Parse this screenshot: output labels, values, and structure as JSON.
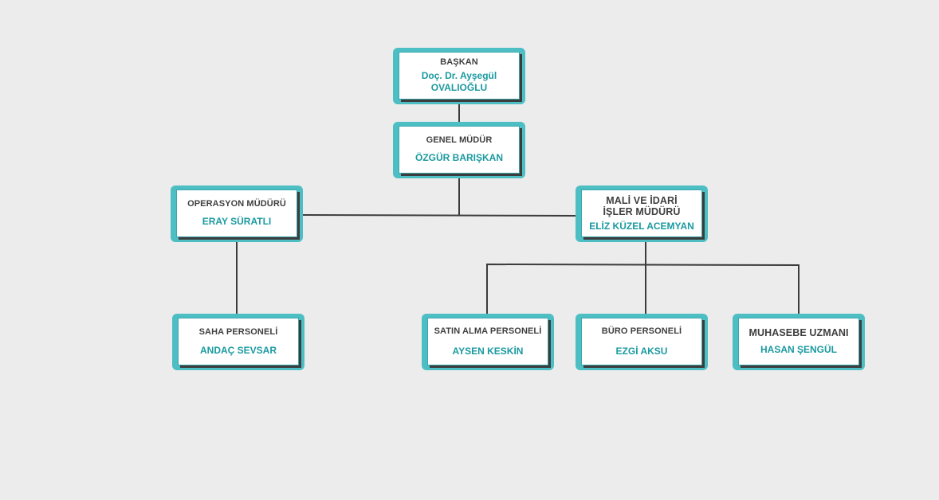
{
  "colors": {
    "background": "#ececec",
    "node_frame": "#4dbfc4",
    "role_text": "#3f3f3f",
    "name_text": "#1a9aa0",
    "connector": "#3c3c3c"
  },
  "nodes": {
    "baskan": {
      "role": "BAŞKAN",
      "name": "Doç. Dr. Ayşegül OVALIOĞLU"
    },
    "genel_mudur": {
      "role": "GENEL MÜDÜR",
      "name": "ÖZGÜR BARIŞKAN"
    },
    "operasyon_muduru": {
      "role": "OPERASYON MÜDÜRÜ",
      "name": "ERAY SÜRATLI"
    },
    "mali_idari_isler_muduru": {
      "role": "MALİ VE İDARİ İŞLER MÜDÜRÜ",
      "name": "ELİZ KÜZEL ACEMYAN"
    },
    "saha_personeli": {
      "role": "SAHA PERSONELİ",
      "name": "ANDAÇ SEVSAR"
    },
    "satin_alma_personeli": {
      "role": "SATIN ALMA PERSONELİ",
      "name": "AYSEN KESKİN"
    },
    "buro_personeli": {
      "role": "BÜRO PERSONELİ",
      "name": "EZGİ AKSU"
    },
    "muhasebe_uzmani": {
      "role": "MUHASEBE UZMANI",
      "name": "HASAN ŞENGÜL"
    }
  }
}
